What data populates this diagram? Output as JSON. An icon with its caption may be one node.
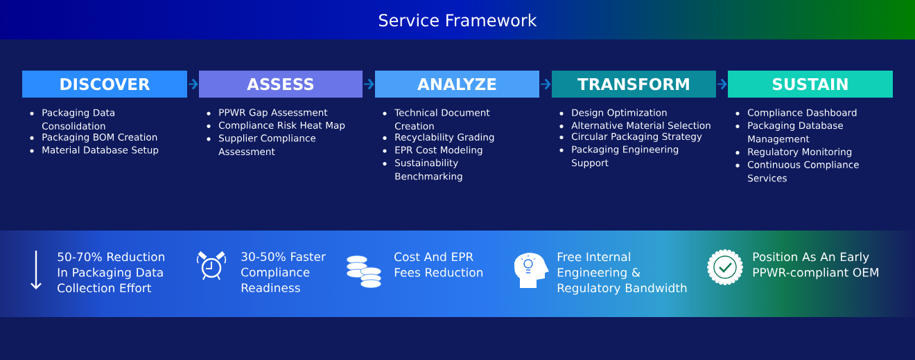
{
  "diagram": {
    "title": "Service Framework",
    "nodes": [
      {
        "text": [
          "DISCOVER"
        ],
        "beside": [
          "Packaging Data Consolidation",
          "Packaging BOM Creation",
          "Material Database Setup"
        ]
      },
      {
        "text": [
          "ASSESS"
        ],
        "beside": [
          "PPWR Gap Assessment",
          "Compliance Risk Heat Map",
          "Supplier Compliance Assessment"
        ]
      },
      {
        "text": [
          "ANALYZE"
        ],
        "beside": [
          "Technical Document Creation",
          "Recyclability Grading",
          "EPR Cost Modeling",
          "Sustainability Benchmarking"
        ]
      },
      {
        "text": [
          "TRANSFORM"
        ],
        "beside": [
          "Design Optimization",
          "Alternative Material Selection",
          "Circular Packaging Strategy",
          "Packaging Engineering Support"
        ]
      },
      {
        "text": [
          "SUSTAIN"
        ],
        "beside": [
          "Compliance Dashboard",
          "Packaging Database Management",
          "Regulatory Monitoring",
          "Continuous Compliance Services"
        ]
      }
    ],
    "edges": [
      {
        "from": 0,
        "to": 1,
        "arrow": "to"
      },
      {
        "from": 1,
        "to": 2,
        "arrow": "to"
      },
      {
        "from": 2,
        "to": 3,
        "arrow": "to"
      },
      {
        "from": 3,
        "to": 4,
        "arrow": "to"
      }
    ],
    "labels": [
      "50-70% Reduction In Packaging Data Collection Effort",
      "30-50% Faster Compliance Readiness",
      "Cost And EPR Fees Reduction",
      "Free Internal Engineering & Regulatory Bandwidth",
      "Position As An Early PPWR-compliant OEM"
    ]
  }
}
